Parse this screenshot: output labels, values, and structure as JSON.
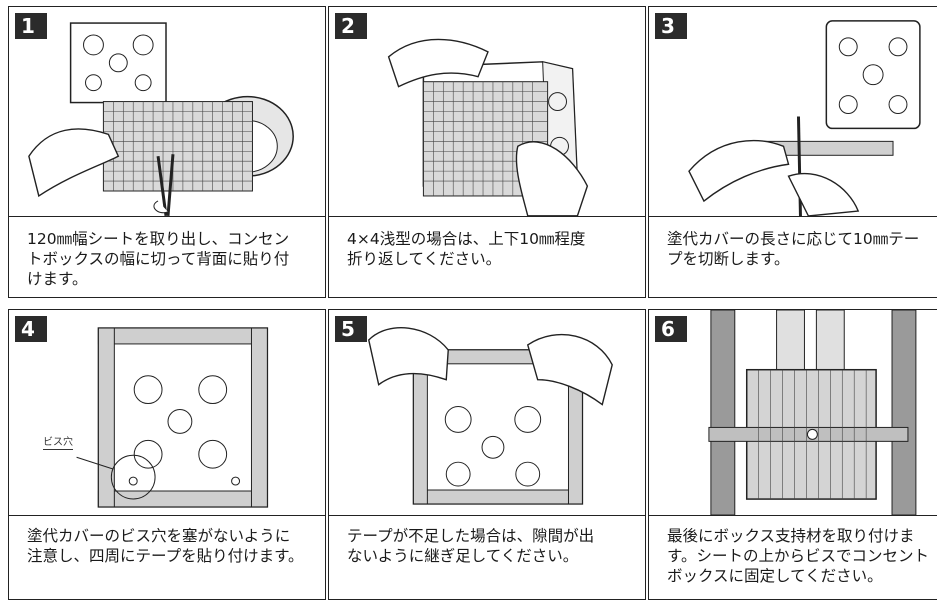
{
  "steps": [
    {
      "number": "1",
      "caption": "120㎜幅シートを取り出し、コンセン\nトボックスの幅に切って背面に貼り付\nけます。"
    },
    {
      "number": "2",
      "caption": "4×4浅型の場合は、上下10㎜程度\n折り返してください。"
    },
    {
      "number": "3",
      "caption": "塗代カバーの長さに応じて10㎜テー\nプを切断します。"
    },
    {
      "number": "4",
      "caption": "塗代カバーのビス穴を塞がないように\n注意し、四周にテープを貼り付けます。",
      "callout": "ビス穴"
    },
    {
      "number": "5",
      "caption": "テープが不足した場合は、隙間が出\nないように継ぎ足してください。"
    },
    {
      "number": "6",
      "caption": "最後にボックス支持材を取り付けま\nす。シートの上からビスでコンセント\nボックスに固定してください。"
    }
  ]
}
